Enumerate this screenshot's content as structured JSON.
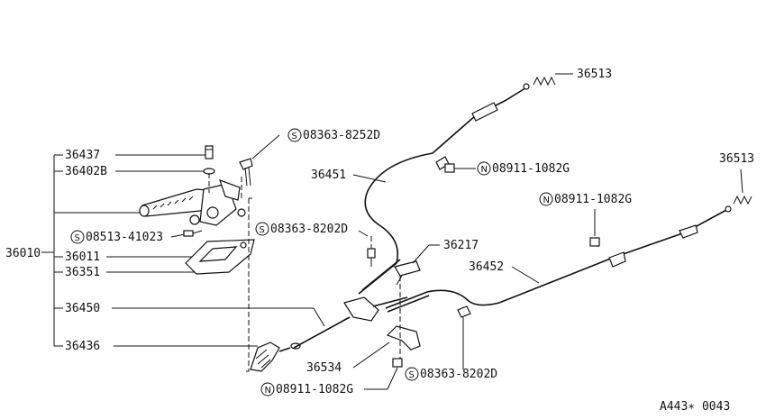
{
  "labels": {
    "p36437": "36437",
    "p36402b": "36402B",
    "p08513": "08513-41023",
    "p36011": "36011",
    "p36351": "36351",
    "p36010": "36010",
    "p36450": "36450",
    "p36436": "36436",
    "p08363_8252": "08363-8252D",
    "p36451": "36451",
    "p08363_8202_a": "08363-8202D",
    "p36217": "36217",
    "p36513_a": "36513",
    "p08911_a": "08911-1082G",
    "p36513_b": "36513",
    "p08911_b": "08911-1082G",
    "p36452": "36452",
    "p36534": "36534",
    "p08363_8202_b": "08363-8202D",
    "p08911_c": "08911-1082G",
    "ref": "A443∗ 0043"
  },
  "prefix": {
    "s": "S",
    "n": "N"
  }
}
